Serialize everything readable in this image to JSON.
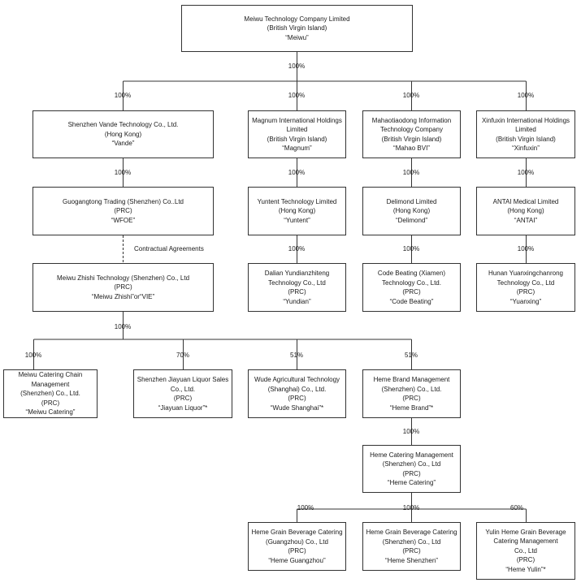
{
  "entities": {
    "meiwu": {
      "lines": [
        "Meiwu Technology Company Limited",
        "(British Virgin Island)",
        "“Meiwu”"
      ]
    },
    "vande": {
      "lines": [
        "Shenzhen Vande Technology Co., Ltd.",
        "(Hong Kong)",
        "“Vande”"
      ]
    },
    "magnum": {
      "lines": [
        "Magnum International Holdings",
        "Limited",
        "(British Virgin Island)",
        "“Magnum”"
      ]
    },
    "mahao": {
      "lines": [
        "Mahaotiaodong Information",
        "Technology Company",
        "(British Virgin Island)",
        "“Mahao BVI”"
      ]
    },
    "xinfuxin": {
      "lines": [
        "Xinfuxin International Holdings",
        "Limited",
        "(British Virgin Island)",
        "“Xinfuxin”"
      ]
    },
    "wfoe": {
      "lines": [
        "Guogangtong Trading (Shenzhen) Co..Ltd",
        "(PRC)",
        "“WFOE”"
      ]
    },
    "yuntent": {
      "lines": [
        "Yuntent Technology Limited",
        "(Hong Kong)",
        "“Yuntent”"
      ]
    },
    "delimond": {
      "lines": [
        "Delimond Limited",
        "(Hong Kong)",
        "“Delimond”"
      ]
    },
    "antai": {
      "lines": [
        "ANTAI Medical Limited",
        "(Hong Kong)",
        "“ANTAI”"
      ]
    },
    "vie": {
      "lines": [
        "Meiwu Zhishi Technology (Shenzhen) Co., Ltd",
        "(PRC)",
        "“Meiwu Zhishi”or“VIE”"
      ]
    },
    "yundian": {
      "lines": [
        "Dalian Yundianzhiteng",
        "Technology Co., Ltd",
        "(PRC)",
        "“Yundian”"
      ]
    },
    "codebeating": {
      "lines": [
        "Code Beating (Xiamen)",
        "Technology Co., Ltd.",
        "(PRC)",
        "“Code Beating”"
      ]
    },
    "yuanxing": {
      "lines": [
        "Hunan Yuanxingchanrong",
        "Technology Co., Ltd",
        "(PRC)",
        "“Yuanxing”"
      ]
    },
    "catering": {
      "lines": [
        "Meiwu Catering Chain",
        "Management",
        "(Shenzhen) Co., Ltd.",
        "(PRC)",
        "“Meiwu Catering”"
      ]
    },
    "jiayuan": {
      "lines": [
        "Shenzhen Jiayuan Liquor Sales",
        "Co., Ltd.",
        "(PRC)",
        "“Jiayuan Liquor”*"
      ]
    },
    "wude": {
      "lines": [
        "Wude Agricultural Technology",
        "(Shanghai) Co., Ltd.",
        "(PRC)",
        "“Wude Shanghai”*"
      ]
    },
    "hemebrand": {
      "lines": [
        "Heme Brand Management",
        "(Shenzhen) Co., Ltd.",
        "(PRC)",
        "“Heme Brand”*"
      ]
    },
    "hemecatering": {
      "lines": [
        "Heme Catering Management",
        "(Shenzhen) Co., Ltd",
        "(PRC)",
        "“Heme Catering”"
      ]
    },
    "guangzhou": {
      "lines": [
        "Heme Grain Beverage Catering",
        "(Guangzhou) Co., Ltd",
        "(PRC)",
        "“Heme Guangzhou”"
      ]
    },
    "shenzhen": {
      "lines": [
        "Heme Grain Beverage Catering",
        "(Shenzhen) Co., Ltd",
        "(PRC)",
        "“Heme Shenzhen”"
      ]
    },
    "yulin": {
      "lines": [
        "Yulin Heme Grain Beverage",
        "Catering Management",
        "Co., Ltd",
        "(PRC)",
        "“Heme Yulin”*"
      ]
    }
  },
  "ownership": {
    "meiwu_to_subs": "100%",
    "to_vande": "100%",
    "to_magnum": "100%",
    "to_mahao": "100%",
    "to_xinfuxin": "100%",
    "vande_to_wfoe": "100%",
    "magnum_to_yuntent": "100%",
    "mahao_to_delimond": "100%",
    "xinfuxin_to_antai": "100%",
    "yuntent_to_yundian": "100%",
    "delimond_to_codebeating": "100%",
    "antai_to_yuanxing": "100%",
    "vie_to_subs": "100%",
    "to_catering": "100%",
    "to_jiayuan": "70%",
    "to_wude": "51%",
    "to_hemebrand": "51%",
    "hemebrand_to_hemecatering": "100%",
    "to_guangzhou": "100%",
    "to_shenzhen": "100%",
    "to_yulin": "60%"
  },
  "contractual_label": "Contractual Agreements"
}
